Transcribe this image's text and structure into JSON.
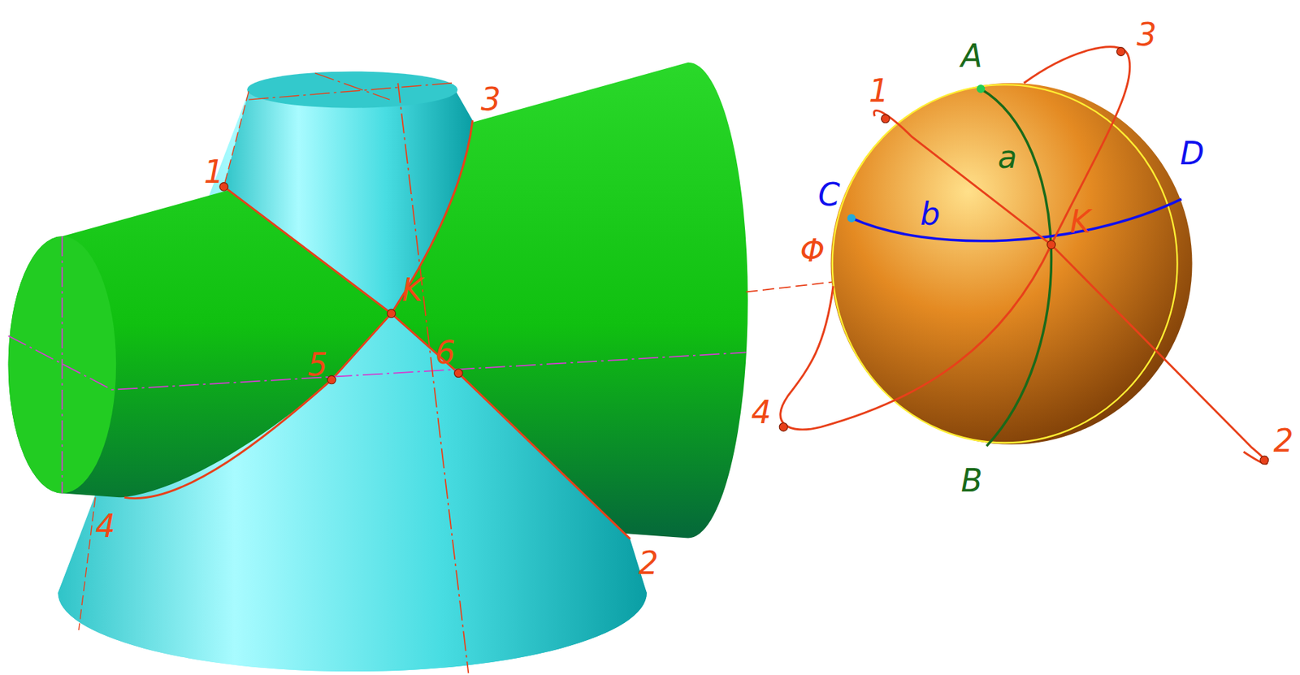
{
  "diagram": {
    "labels": [
      "3",
      "1",
      "K",
      "5",
      "6",
      "4",
      "2",
      "A",
      "1",
      "3",
      "a",
      "D",
      "C",
      "b",
      "K",
      "Φ",
      "4",
      "B",
      "2"
    ]
  }
}
